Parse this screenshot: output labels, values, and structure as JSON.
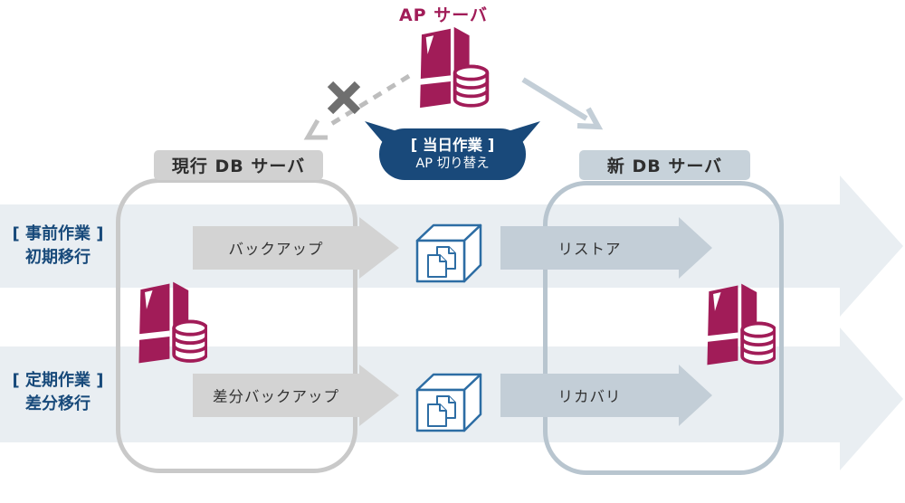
{
  "title": {
    "ap_server": "AP サーバ"
  },
  "bubble": {
    "line1": "[ 当日作業 ]",
    "line2": "AP 切り替え"
  },
  "servers": {
    "old": "現行 DB サーバ",
    "new": "新 DB サーバ"
  },
  "rows": [
    {
      "phase": "[ 事前作業 ]",
      "name": "初期移行",
      "left_arrow": "バックアップ",
      "right_arrow": "リストア"
    },
    {
      "phase": "[ 定期作業 ]",
      "name": "差分移行",
      "left_arrow": "差分バックアップ",
      "right_arrow": "リカバリ"
    }
  ],
  "colors": {
    "crimson": "#a11c58",
    "navy": "#19497a",
    "band_background": "#e9eef2",
    "gray_arrow": "#d3d3d3",
    "bluegray_arrow": "#c3ced7",
    "old_frame_border": "#c9c9c9",
    "new_frame_border": "#b8c5cf",
    "cube_outline": "#2d6da4"
  }
}
